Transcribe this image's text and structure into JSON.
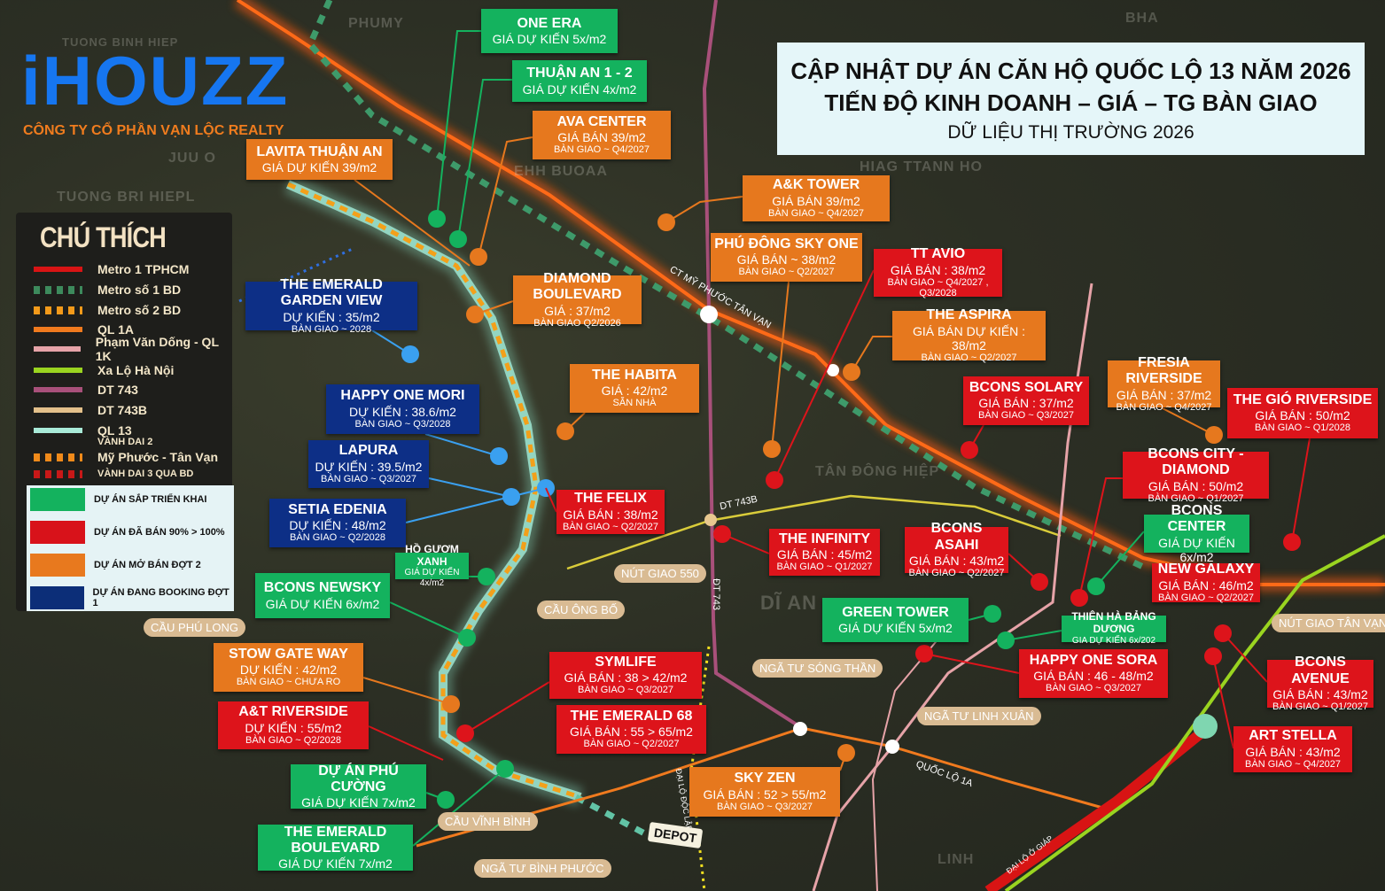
{
  "header": {
    "logo_text": "iHOUZZ",
    "company": "CÔNG TY CỔ PHẦN VẠN LỘC REALTY",
    "title_line1": "CẬP NHẬT DỰ ÁN CĂN HỘ QUỐC LỘ 13 NĂM 2026",
    "title_line2": "TIẾN ĐỘ KINH DOANH – GIÁ – TG BÀN GIAO",
    "title_line3": "DỮ LIỆU THỊ TRƯỜNG 2026"
  },
  "legend": {
    "title": "CHÚ THÍCH",
    "lines": [
      {
        "label": "Metro 1 TPHCM",
        "color": "#d81414"
      },
      {
        "label": "Metro số 1 BD",
        "color": "#3d8a5c"
      },
      {
        "label": "Metro số 2 BD",
        "color": "#f39a1a"
      },
      {
        "label": "QL 1A",
        "color": "#f07a1e"
      },
      {
        "label": "Phạm Văn Dống - QL 1K",
        "color": "#e6a3a8"
      },
      {
        "label": "Xa Lộ Hà Nội",
        "color": "#9ad420"
      },
      {
        "label": "DT 743",
        "color": "#a8507a"
      },
      {
        "label": "DT 743B",
        "color": "#e3c08a"
      },
      {
        "label": "QL 13",
        "color": "#a9ead8"
      },
      {
        "label": "Mỹ Phước - Tân Vạn",
        "color": "#f08a1a"
      },
      {
        "label": "VÀNH DAI 3 QUA BD",
        "color": "#c81818"
      }
    ],
    "vanh_dai_2": "VÀNH DAI 2",
    "statuses": [
      {
        "label": "DỰ ÁN SẮP TRIỂN KHAI",
        "color": "#14b25e"
      },
      {
        "label": "DỰ ÁN ĐÃ BÁN 90% > 100%",
        "color": "#d8121a"
      },
      {
        "label": "DỰ ÁN MỞ BÁN ĐỢT 2",
        "color": "#e8791e"
      },
      {
        "label": "DỰ ÁN ĐANG BOOKING ĐỢT 1",
        "color": "#0c2e78"
      }
    ]
  },
  "colors": {
    "green": "#14b25e",
    "red": "#dd141b",
    "orange": "#e6781e",
    "blue": "#0d2f86"
  },
  "projects": [
    {
      "name": "ONE ERA",
      "price": "GIÁ DỰ KIẾN 5x/m2",
      "handover": "",
      "status": "green"
    },
    {
      "name": "THUẬN AN 1 - 2",
      "price": "GIÁ DỰ KIẾN 4x/m2",
      "handover": "",
      "status": "green"
    },
    {
      "name": "AVA CENTER",
      "price": "GIÁ BÁN 39/m2",
      "handover": "BÀN GIAO ~ Q4/2027",
      "status": "orange"
    },
    {
      "name": "LAVITA THUẬN AN",
      "price": "GIÁ DỰ KIẾN 39/m2",
      "handover": "",
      "status": "orange"
    },
    {
      "name": "A&K TOWER",
      "price": "GIÁ BÁN 39/m2",
      "handover": "BÀN GIAO ~ Q4/2027",
      "status": "orange"
    },
    {
      "name": "PHÚ ĐÔNG SKY ONE",
      "price": "GIÁ BÁN ~ 38/m2",
      "handover": "BÀN GIAO ~ Q2/2027",
      "status": "orange"
    },
    {
      "name": "TT AVIO",
      "price": "GIÁ BÁN : 38/m2",
      "handover": "BÀN GIAO ~ Q4/2027 , Q3/2028",
      "status": "red"
    },
    {
      "name": "THE ASPIRA",
      "price": "GIÁ BÁN DỰ KIẾN : 38/m2",
      "handover": "BÀN GIAO ~ Q2/2027",
      "status": "orange"
    },
    {
      "name": "DIAMOND BOULEVARD",
      "price": "GIÁ : 37/m2",
      "handover": "BÀN GIAO Q2/2026",
      "status": "orange"
    },
    {
      "name": "THE EMERALD GARDEN VIEW",
      "price": "DỰ KIẾN : 35/m2",
      "handover": "BÀN GIAO ~ 2028",
      "status": "blue"
    },
    {
      "name": "THE HABITA",
      "price": "GIÁ : 42/m2",
      "handover": "SẴN NHÀ",
      "status": "orange"
    },
    {
      "name": "HAPPY ONE MORI",
      "price": "DỰ KIẾN : 38.6/m2",
      "handover": "BÀN GIAO ~ Q3/2028",
      "status": "blue"
    },
    {
      "name": "LAPURA",
      "price": "DỰ KIẾN : 39.5/m2",
      "handover": "BÀN GIAO ~ Q3/2027",
      "status": "blue"
    },
    {
      "name": "SETIA EDENIA",
      "price": "DỰ KIẾN : 48/m2",
      "handover": "BÀN GIAO ~ Q2/2028",
      "status": "blue"
    },
    {
      "name": "THE FELIX",
      "price": "GIÁ BÁN : 38/m2",
      "handover": "BÀN GIAO ~ Q2/2027",
      "status": "red"
    },
    {
      "name": "HỒ GƯƠM XANH",
      "price": "GIÁ DỰ KIẾN 4x/m2",
      "handover": "",
      "status": "green"
    },
    {
      "name": "BCONS NEWSKY",
      "price": "GIÁ DỰ KIẾN 6x/m2",
      "handover": "",
      "status": "green"
    },
    {
      "name": "STOW GATE WAY",
      "price": "DỰ KIẾN : 42/m2",
      "handover": "BÀN GIAO ~ CHƯA RO",
      "status": "orange"
    },
    {
      "name": "A&T RIVERSIDE",
      "price": "DỰ KIẾN : 55/m2",
      "handover": "BÀN GIAO ~ Q2/2028",
      "status": "red"
    },
    {
      "name": "DỰ ÁN PHÚ CƯỜNG",
      "price": "GIÁ DỰ KIẾN 7x/m2",
      "handover": "",
      "status": "green"
    },
    {
      "name": "THE EMERALD BOULEVARD",
      "price": "GIÁ DỰ KIẾN 7x/m2",
      "handover": "",
      "status": "green"
    },
    {
      "name": "SYMLIFE",
      "price": "GIÁ BÁN : 38 > 42/m2",
      "handover": "BÀN GIAO ~ Q3/2027",
      "status": "red"
    },
    {
      "name": "THE EMERALD 68",
      "price": "GIÁ BÁN : 55 > 65/m2",
      "handover": "BÀN GIAO ~ Q2/2027",
      "status": "red"
    },
    {
      "name": "SKY ZEN",
      "price": "GIÁ BÁN : 52 > 55/m2",
      "handover": "BÀN GIAO ~ Q3/2027",
      "status": "orange"
    },
    {
      "name": "THE INFINITY",
      "price": "GIÁ BÁN : 45/m2",
      "handover": "BÀN GIAO ~ Q1/2027",
      "status": "red"
    },
    {
      "name": "BCONS ASAHI",
      "price": "GIÁ BÁN : 43/m2",
      "handover": "BÀN GIAO ~ Q2/2027",
      "status": "red"
    },
    {
      "name": "GREEN TOWER",
      "price": "GIÁ DỰ KIẾN 5x/m2",
      "handover": "",
      "status": "green"
    },
    {
      "name": "BCONS SOLARY",
      "price": "GIÁ BÁN : 37/m2",
      "handover": "BÀN GIAO ~ Q3/2027",
      "status": "red"
    },
    {
      "name": "FRESIA RIVERSIDE",
      "price": "GIÁ BÁN : 37/m2",
      "handover": "BÀN GIAO ~ Q4/2027",
      "status": "orange"
    },
    {
      "name": "THE GIÓ RIVERSIDE",
      "price": "GIÁ BÁN : 50/m2",
      "handover": "BÀN GIAO ~ Q1/2028",
      "status": "red"
    },
    {
      "name": "BCONS CITY - DIAMOND",
      "price": "GIÁ BÁN : 50/m2",
      "handover": "BÀN GIAO ~ Q1/2027",
      "status": "red"
    },
    {
      "name": "BCONS CENTER",
      "price": "GIÁ DỰ KIẾN 6x/m2",
      "handover": "",
      "status": "green"
    },
    {
      "name": "NEW GALAXY",
      "price": "GIÁ BÁN : 46/m2",
      "handover": "BÀN GIAO ~ Q2/2027",
      "status": "red"
    },
    {
      "name": "THIÊN HÀ BẢNG DƯƠNG",
      "price": "GIA DỰ KIẾN 6x/202",
      "handover": "",
      "status": "green"
    },
    {
      "name": "HAPPY ONE SORA",
      "price": "GIÁ BÁN : 46 - 48/m2",
      "handover": "BÀN GIAO ~ Q3/2027",
      "status": "red"
    },
    {
      "name": "BCONS AVENUE",
      "price": "GIÁ BÁN : 43/m2",
      "handover": "BÀN GIAO ~ Q1/2027",
      "status": "red"
    },
    {
      "name": "ART STELLA",
      "price": "GIÁ BÁN : 43/m2",
      "handover": "BÀN GIAO ~ Q4/2027",
      "status": "red"
    }
  ],
  "places": [
    "NÚT GIAO 550",
    "CẦU ÔNG BỐ",
    "CẦU PHÚ LONG",
    "NGÃ TƯ SÓNG THẦN",
    "NGÃ TƯ LINH XUÂN",
    "NÚT GIAO TÂN VẠN",
    "CẦU VĨNH BÌNH",
    "NGÃ TƯ BÌNH PHƯỚC"
  ],
  "depot": "DEPOT",
  "road_labels": [
    "CT MỸ PHƯỚC TÂN VẠN",
    "DT 743B",
    "QUỐC LỘ 1A",
    "ĐT 743",
    "ĐẠI LỘ ĐỘC LẬP",
    "ĐẠI LỘ Ở GIÁP"
  ],
  "areas": [
    "PHUMY",
    "TUONG BINH HIEP",
    "TUONG BRI HIEPL",
    "JUU O",
    "EHH BUOAA",
    "HIAG TTANN HO",
    "TÂN ĐÔNG HIỆP",
    "DĨ AN",
    "LINH",
    "BHA"
  ]
}
